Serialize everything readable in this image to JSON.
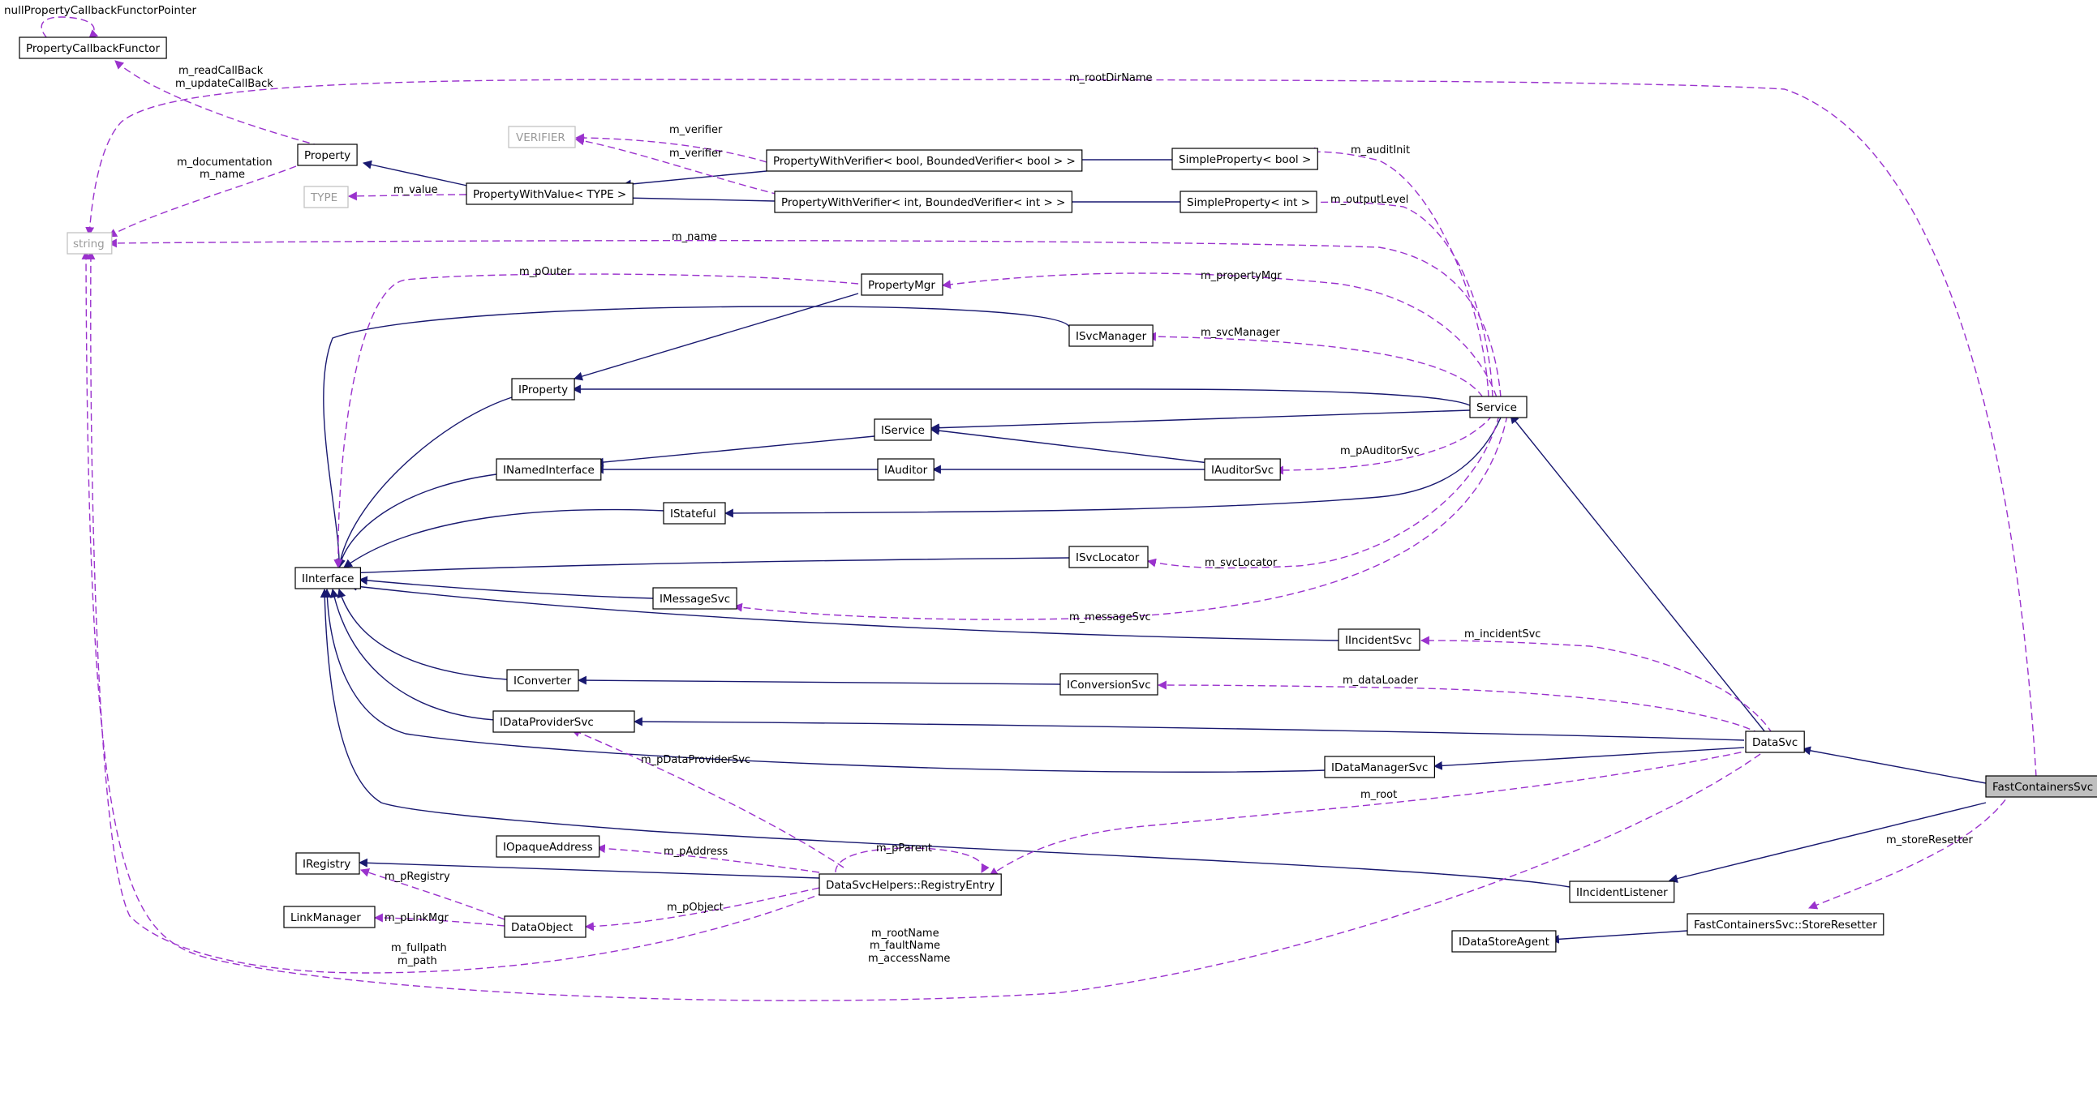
{
  "colors": {
    "inheritance_edge": "#191970",
    "usage_edge": "#9a32cd",
    "node_border": "#000000",
    "external_node_border": "#bfbfbf",
    "focus_node_fill": "#bfbfbf"
  },
  "nodes": {
    "nullpc": "nullPropertyCallbackFunctorPointer",
    "propcb": "PropertyCallbackFunctor",
    "property": "Property",
    "verifier": "VERIFIER",
    "type": "TYPE",
    "pwv": "PropertyWithValue< TYPE >",
    "pwvbool": "PropertyWithVerifier< bool, BoundedVerifier< bool > >",
    "pwvint": "PropertyWithVerifier< int, BoundedVerifier< int > >",
    "spbool": "SimpleProperty< bool >",
    "spint": "SimpleProperty< int >",
    "string": "string",
    "propmgr": "PropertyMgr",
    "isvcmgr": "ISvcManager",
    "iproperty": "IProperty",
    "service": "Service",
    "iservice": "IService",
    "inamed": "INamedInterface",
    "iauditor": "IAuditor",
    "iauditorsvc": "IAuditorSvc",
    "istateful": "IStateful",
    "iinterface": "IInterface",
    "isvcloc": "ISvcLocator",
    "imsgsvc": "IMessageSvc",
    "iincsvc": "IIncidentSvc",
    "iconverter": "IConverter",
    "iconvsvc": "IConversionSvc",
    "idps": "IDataProviderSvc",
    "datasvc": "DataSvc",
    "idms": "IDataManagerSvc",
    "fcs": "FastContainersSvc",
    "iopaque": "IOpaqueAddress",
    "iregistry": "IRegistry",
    "regentry": "DataSvcHelpers::RegistryEntry",
    "iinclistener": "IIncidentListener",
    "linkmgr": "LinkManager",
    "dataobject": "DataObject",
    "fcsreset": "FastContainersSvc::StoreResetter",
    "idsa": "IDataStoreAgent"
  },
  "edge_labels": {
    "readcb": "m_readCallBack",
    "updatecb": "m_updateCallBack",
    "rootdirname": "m_rootDirName",
    "verifier1": "m_verifier",
    "verifier2": "m_verifier",
    "auditinit": "m_auditInit",
    "documentation": "m_documentation",
    "name1": "m_name",
    "value": "m_value",
    "outputlevel": "m_outputLevel",
    "name2": "m_name",
    "pouter": "m_pOuter",
    "propertymgr": "m_propertyMgr",
    "svcmanager": "m_svcManager",
    "pauditorsvc": "m_pAuditorSvc",
    "svclocator": "m_svcLocator",
    "messagesvc": "m_messageSvc",
    "incidentsvc": "m_incidentSvc",
    "dataloader": "m_dataLoader",
    "pdataprovidersvc": "m_pDataProviderSvc",
    "root": "m_root",
    "storeresetter": "m_storeResetter",
    "paddress": "m_pAddress",
    "pparent": "m_pParent",
    "pregistry": "m_pRegistry",
    "plinkmgr": "m_pLinkMgr",
    "pobject": "m_pObject",
    "fullpath": "m_fullpath",
    "path": "m_path",
    "rootname": "m_rootName",
    "faultname": "m_faultName",
    "accessname": "m_accessName"
  }
}
